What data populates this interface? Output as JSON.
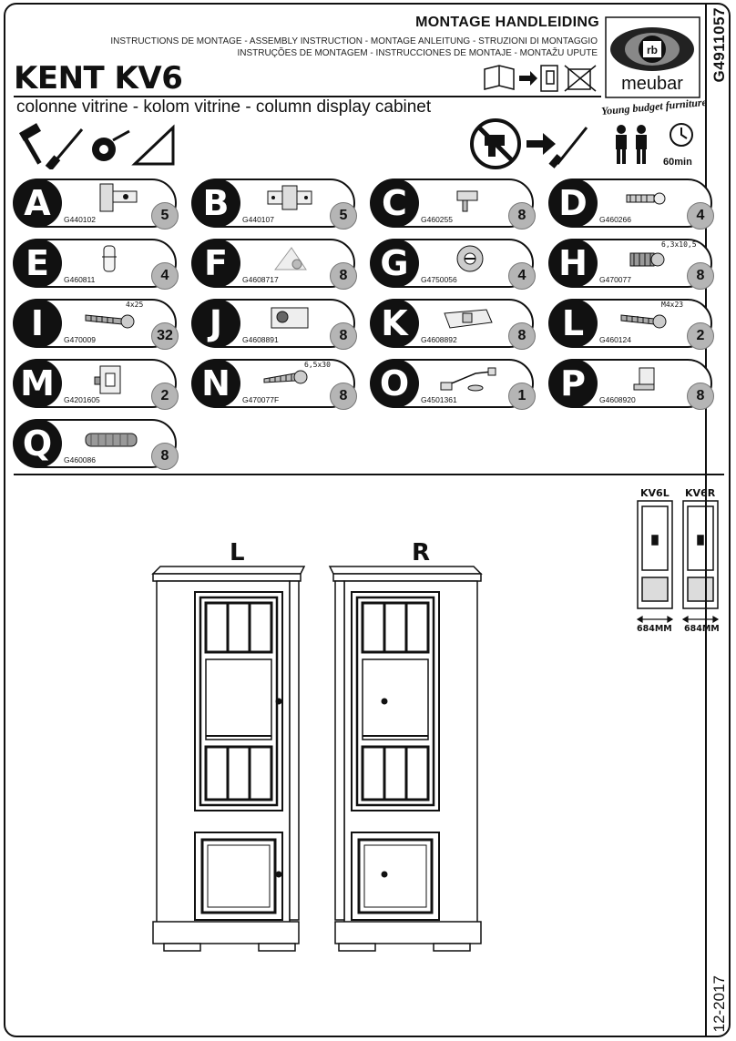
{
  "header": {
    "title": "MONTAGE HANDLEIDING",
    "subtitle_line1": "INSTRUCTIONS DE MONTAGE - ASSEMBLY INSTRUCTION - MONTAGE ANLEITUNG - STRUZIONI DI MONTAGGIO",
    "subtitle_line2": "INSTRUÇÕES DE MONTAGEM - INSTRUCCIONES DE MONTAJE - MONTAŽU UPUTE",
    "product": "KENT KV6",
    "product_subtitle": "colonne vitrine - kolom vitrine - column display cabinet"
  },
  "brand": {
    "monogram": "rb",
    "name": "meubar",
    "tagline": "Young budget furniture"
  },
  "side": {
    "code": "G4911057",
    "date": "12-2017"
  },
  "assembly": {
    "time": "60min"
  },
  "parts": [
    {
      "letter": "A",
      "code": "G440102",
      "qty": "5",
      "spec": "",
      "icon": "hinge-icon"
    },
    {
      "letter": "B",
      "code": "G440107",
      "qty": "5",
      "spec": "",
      "icon": "hinge-plate-icon"
    },
    {
      "letter": "C",
      "code": "G460255",
      "qty": "8",
      "spec": "",
      "icon": "shelf-support-icon"
    },
    {
      "letter": "D",
      "code": "G460266",
      "qty": "4",
      "spec": "",
      "icon": "cam-bolt-icon"
    },
    {
      "letter": "E",
      "code": "G460811",
      "qty": "4",
      "spec": "",
      "icon": "plastic-dowel-icon"
    },
    {
      "letter": "F",
      "code": "G4608717",
      "qty": "8",
      "spec": "",
      "icon": "corner-bracket-icon"
    },
    {
      "letter": "G",
      "code": "G4750056",
      "qty": "4",
      "spec": "",
      "icon": "cam-lock-icon"
    },
    {
      "letter": "H",
      "code": "G470077",
      "qty": "8",
      "spec": "6,3x10,5",
      "icon": "euro-screw-icon"
    },
    {
      "letter": "I",
      "code": "G470009",
      "qty": "32",
      "spec": "4x25",
      "icon": "wood-screw-icon"
    },
    {
      "letter": "J",
      "code": "G4608891",
      "qty": "8",
      "spec": "",
      "icon": "connector-block-icon"
    },
    {
      "letter": "K",
      "code": "G4608892",
      "qty": "8",
      "spec": "",
      "icon": "connector-cover-icon"
    },
    {
      "letter": "L",
      "code": "G460124",
      "qty": "2",
      "spec": "M4x23",
      "icon": "machine-screw-icon"
    },
    {
      "letter": "M",
      "code": "G4201605",
      "qty": "2",
      "spec": "",
      "icon": "magnetic-catch-icon"
    },
    {
      "letter": "N",
      "code": "G470077F",
      "qty": "8",
      "spec": "6,5x30",
      "icon": "long-screw-icon"
    },
    {
      "letter": "O",
      "code": "G4501361",
      "qty": "1",
      "spec": "",
      "icon": "led-light-cable-icon"
    },
    {
      "letter": "P",
      "code": "G4608920",
      "qty": "8",
      "spec": "",
      "icon": "glass-shelf-support-icon"
    },
    {
      "letter": "Q",
      "code": "G460086",
      "qty": "8",
      "spec": "",
      "icon": "wooden-dowel-icon"
    }
  ],
  "cabinets": {
    "left_label": "L",
    "right_label": "R",
    "mini_left": "KV6L",
    "mini_right": "KV6R",
    "mini_left_width": "684MM",
    "mini_right_width": "684MM"
  }
}
